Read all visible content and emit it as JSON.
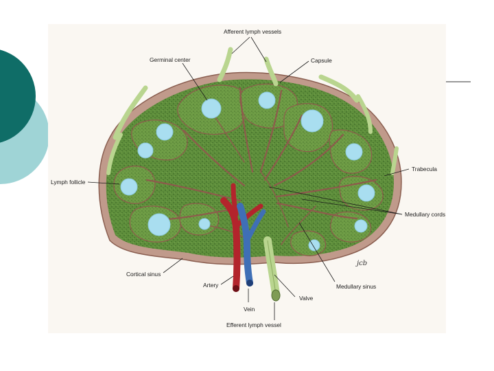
{
  "colors": {
    "deco_dark": "#0f6d67",
    "deco_light": "#9fd4d6",
    "capsule": "#b98a7c",
    "cortex_green": "#5c8a3a",
    "lymph_vessel": "#b9d58f",
    "follicle": "#a9def0",
    "artery": "#b3242c",
    "vein": "#3f6fb6"
  },
  "labels": {
    "afferent": "Afferent lymph vessels",
    "germinal": "Germinal center",
    "capsule": "Capsule",
    "trabecula": "Trabecula",
    "lymph_follicle": "Lymph follicle",
    "medullary_cords": "Medullary cords",
    "cortical_sinus": "Cortical sinus",
    "medullary_sinus": "Medullary sinus",
    "artery": "Artery",
    "vein": "Vein",
    "valve": "Valve",
    "efferent": "Efferent lymph vessel"
  },
  "signature": "jcb"
}
